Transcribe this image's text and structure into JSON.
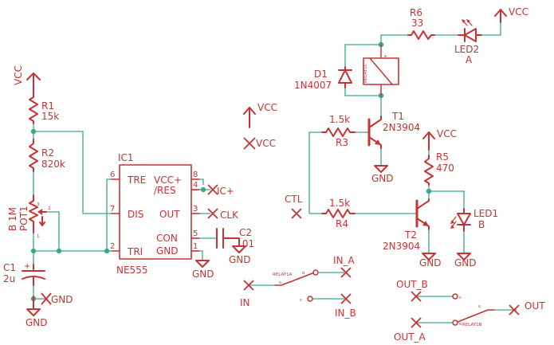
{
  "ic1": {
    "name": "IC1",
    "value": "NE555",
    "pins": {
      "tre": "TRE",
      "dis": "DIS",
      "tri": "TRI",
      "vcc": "VCC+",
      "res": "/RES",
      "out": "OUT",
      "con": "CON",
      "gnd": "GND",
      "n6": "6",
      "n7": "7",
      "n2": "2",
      "n8": "8",
      "n4": "4",
      "n3": "3",
      "n5": "5",
      "n1": "1"
    }
  },
  "power": {
    "vcc": "VCC",
    "gnd": "GND"
  },
  "r1": {
    "name": "R1",
    "value": "15k"
  },
  "r2": {
    "name": "R2",
    "value": "820k"
  },
  "pot1": {
    "name": "POT1",
    "value": "B 1M",
    "pin3": "3",
    "pin2": "2",
    "pin1": "1"
  },
  "c1": {
    "name": "C1",
    "value": "2u"
  },
  "c2": {
    "name": "C2",
    "value": ".01"
  },
  "r3": {
    "name": "R3",
    "value": "1.5k"
  },
  "r4": {
    "name": "R4",
    "value": "1.5k"
  },
  "r5": {
    "name": "R5",
    "value": "470"
  },
  "r6": {
    "name": "R6",
    "value": "33"
  },
  "t1": {
    "name": "T1",
    "value": "2N3904"
  },
  "t2": {
    "name": "T2",
    "value": "2N3904"
  },
  "d1": {
    "name": "D1",
    "value": "1N4007"
  },
  "led1": {
    "name": "LED1",
    "value": "B"
  },
  "led2": {
    "name": "LED2",
    "value": "A"
  },
  "relay": {
    "coil_label": "RELAY1C",
    "coil_plus": "+",
    "coil_minus": "-",
    "relay_a": "RELAY1A",
    "relay_b": "RELAY1B",
    "pin_s": "s",
    "pin_o": "o",
    "pin_c": "c"
  },
  "nets": {
    "ic_plus": "IC+",
    "clk": "CLK",
    "ctl": "CTL",
    "in": "IN",
    "in_a": "IN_A",
    "in_b": "IN_B",
    "out": "OUT",
    "out_a": "OUT_A",
    "out_b": "OUT_B"
  }
}
